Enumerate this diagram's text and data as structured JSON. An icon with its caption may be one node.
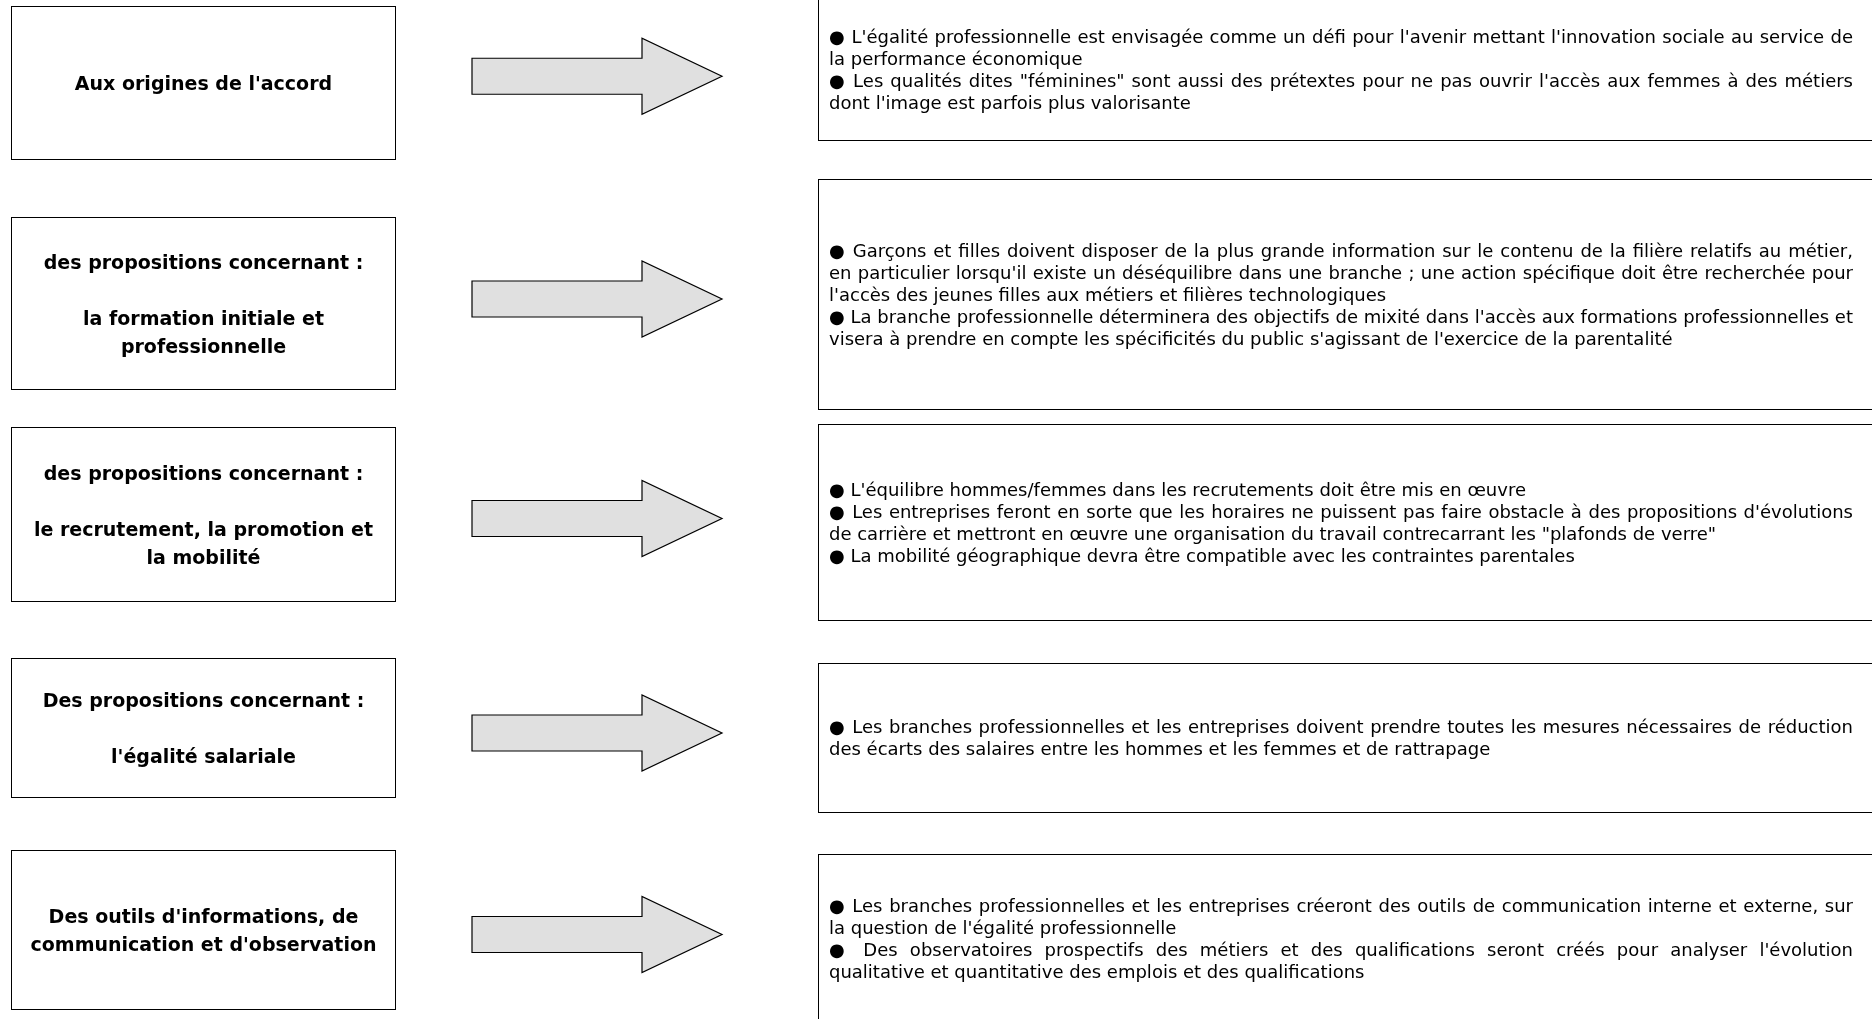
{
  "diagram": {
    "nodes": [
      {
        "text": [
          "Aux origines de l'accord"
        ]
      },
      {
        "text": [
          "● L'égalité professionnelle est envisagée comme un défi pour l'avenir mettant l'innovation sociale au service de la performance économique",
          "● Les qualités dites \"féminines\" sont aussi des prétextes pour ne pas ouvrir l'accès aux femmes à des métiers dont l'image est parfois plus valorisante"
        ]
      },
      {
        "text": [
          "des propositions concernant :",
          "la formation initiale et professionnelle"
        ]
      },
      {
        "text": [
          "● Garçons et filles doivent disposer de la plus grande information sur le contenu de la filière relatifs au métier, en particulier lorsqu'il existe un déséquilibre dans une branche ; une action spécifique doit être recherchée pour l'accès des jeunes filles aux métiers et filières technologiques",
          "● La branche professionnelle déterminera des objectifs de mixité dans l'accès aux formations professionnelles et visera à prendre en compte les spécificités du public s'agissant de l'exercice de la parentalité"
        ]
      },
      {
        "text": [
          "des propositions concernant :",
          "le recrutement, la promotion et la mobilité"
        ]
      },
      {
        "text": [
          "● L'équilibre hommes/femmes dans les recrutements doit être mis en œuvre",
          "● Les entreprises feront en sorte que les horaires ne puissent pas faire obstacle à des propositions d'évolutions de carrière et mettront en œuvre une organisation du travail contrecarrant les \"plafonds de verre\"",
          "● La mobilité géographique devra être compatible avec les contraintes parentales"
        ]
      },
      {
        "text": [
          "Des propositions concernant :",
          "l'égalité salariale"
        ]
      },
      {
        "text": [
          "● Les branches professionnelles et les entreprises doivent prendre toutes les mesures nécessaires de réduction des écarts des salaires entre les hommes et les femmes et de rattrapage"
        ]
      },
      {
        "text": [
          "Des outils d'informations, de communication et d'observation"
        ]
      },
      {
        "text": [
          "● Les branches professionnelles et les entreprises créeront des outils de communication interne et externe, sur la question de l'égalité professionnelle",
          "● Des observatoires prospectifs des métiers et des qualifications seront créés pour analyser l'évolution qualitative et quantitative des emplois et des qualifications"
        ]
      }
    ],
    "edges": [
      {
        "from": 0,
        "to": 1,
        "arrow": "to"
      },
      {
        "from": 2,
        "to": 3,
        "arrow": "to"
      },
      {
        "from": 4,
        "to": 5,
        "arrow": "to"
      },
      {
        "from": 6,
        "to": 7,
        "arrow": "to"
      },
      {
        "from": 8,
        "to": 9,
        "arrow": "to"
      }
    ]
  }
}
